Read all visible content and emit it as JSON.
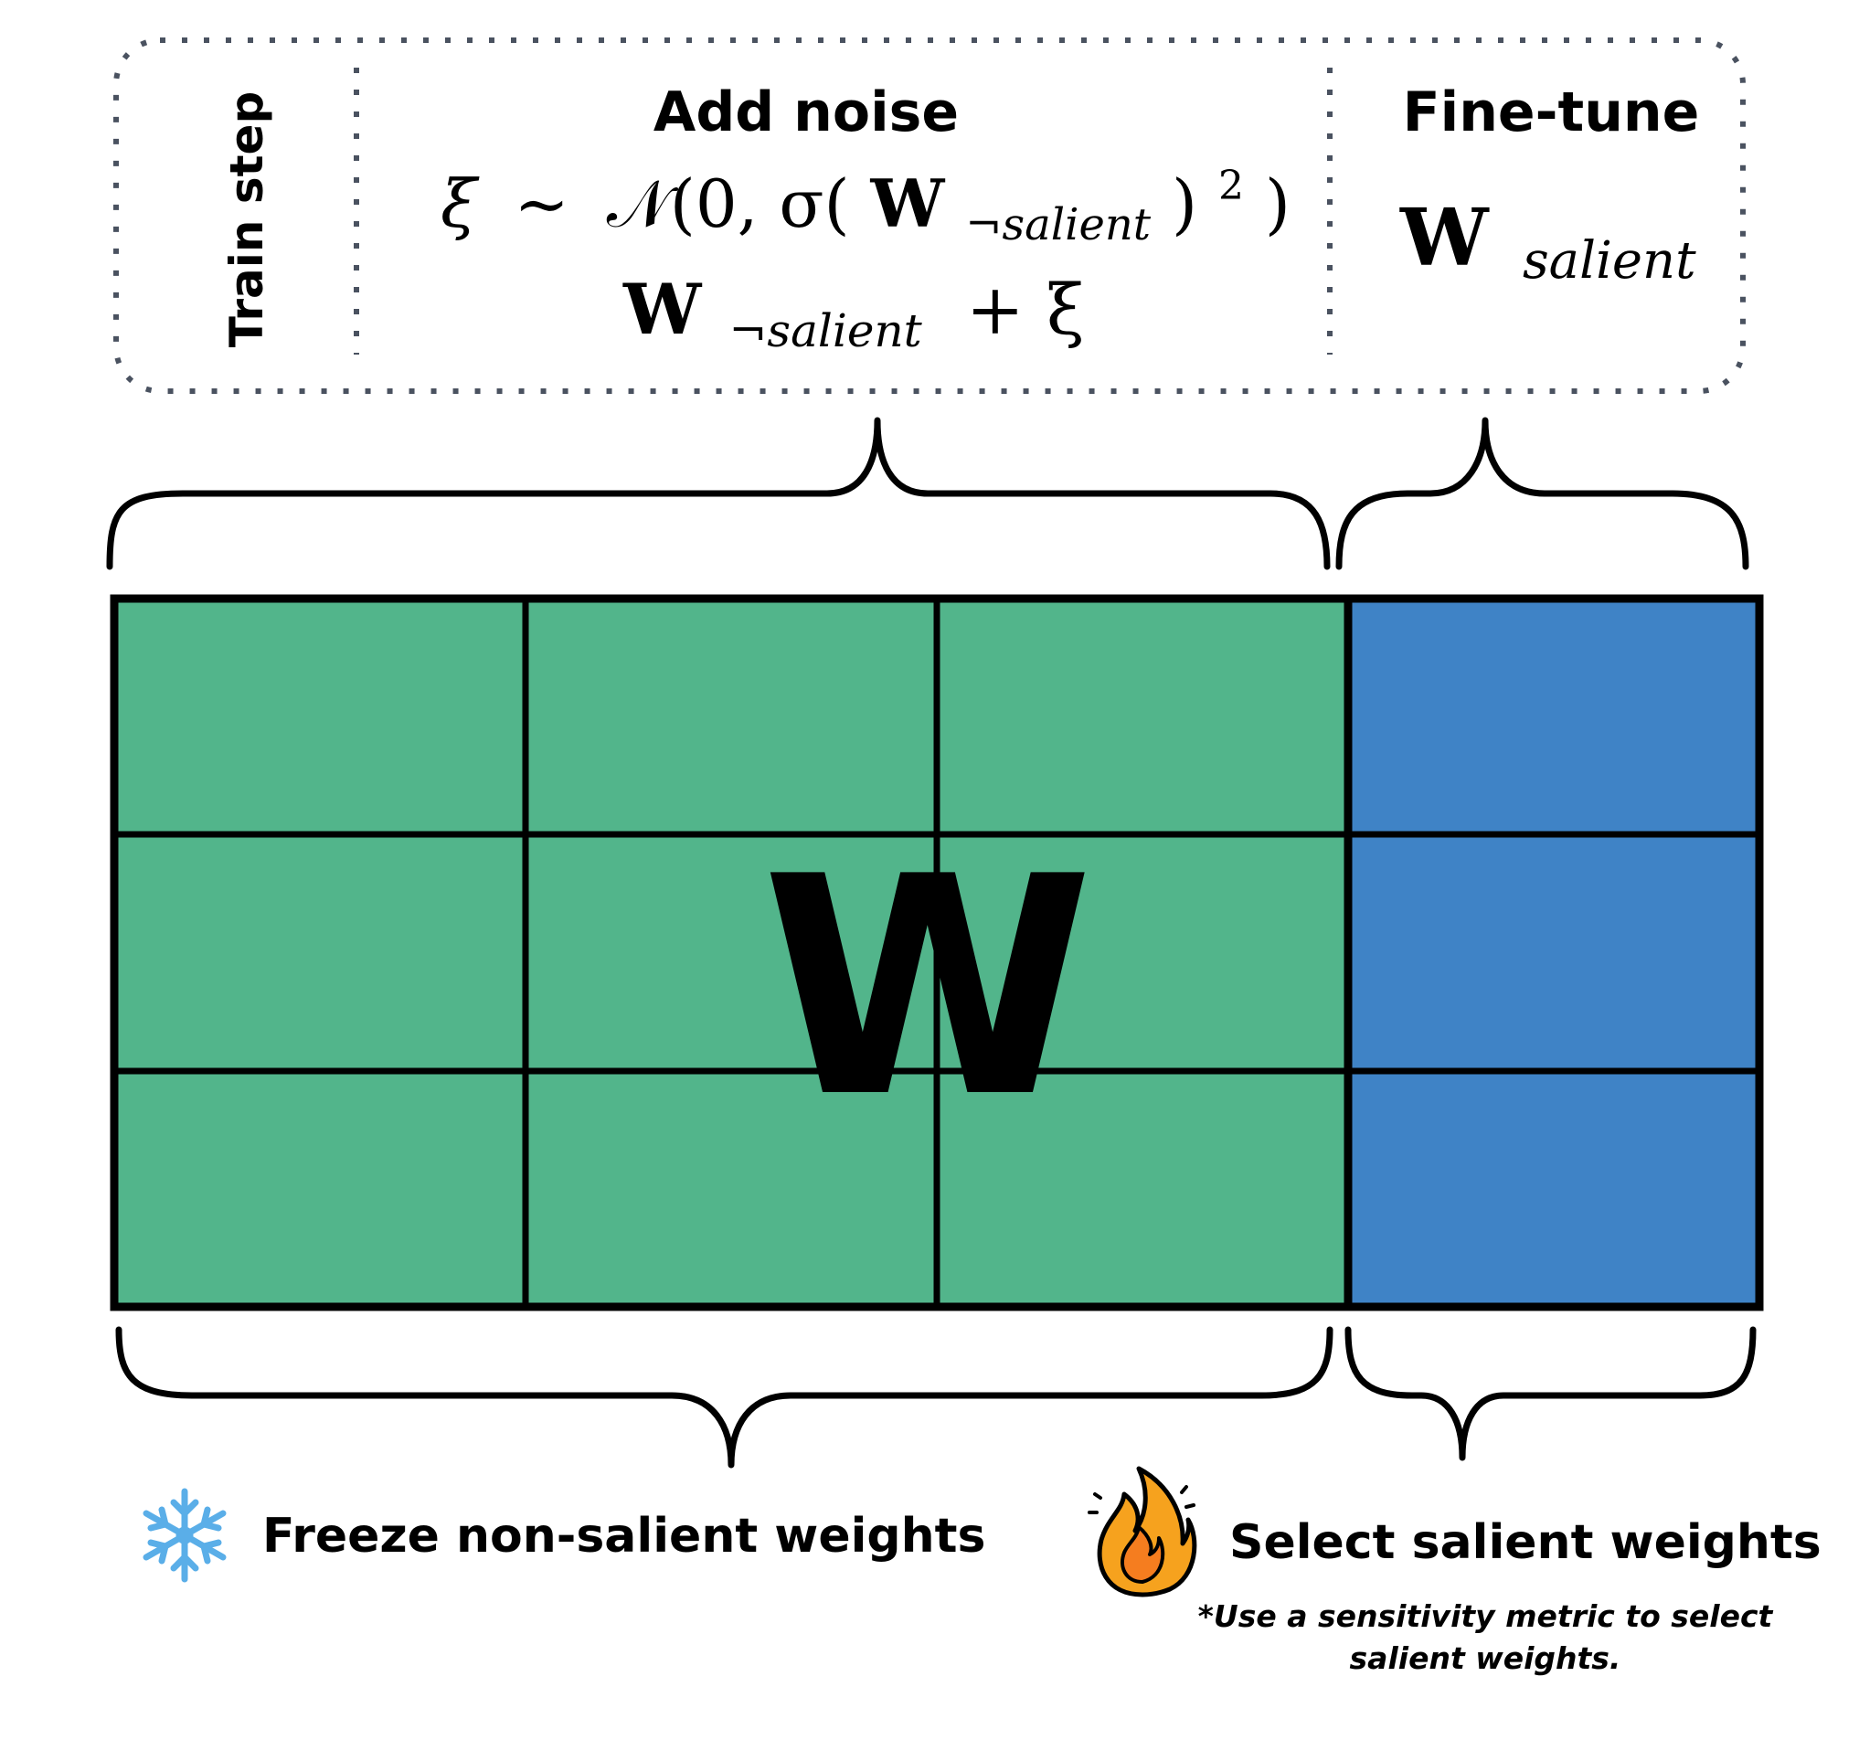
{
  "header": {
    "train_step_label": "Train step",
    "add_noise": {
      "title": "Add noise",
      "formula_sampling": {
        "xi": "ξ",
        "sim": "∼",
        "normal": "𝒩(0, σ(",
        "w": "W",
        "subscript": "¬salient",
        "close": ")",
        "power": "2",
        "close2": ")"
      },
      "formula_update": {
        "w": "W",
        "subscript": "¬salient",
        "plus_xi": "+ ξ"
      }
    },
    "fine_tune": {
      "title": "Fine-tune",
      "w": "W",
      "subscript": "salient"
    }
  },
  "matrix": {
    "label": "W",
    "rows": 3,
    "non_salient_columns": 3,
    "salient_columns": 1,
    "colors": {
      "non_salient": "#52b58b",
      "salient": "#3f83c6",
      "grid_line": "#000000"
    }
  },
  "legend": {
    "freeze_icon": "snowflake-icon",
    "freeze_label": "Freeze non-salient weights",
    "select_icon": "fire-icon",
    "select_label": "Select salient weights",
    "footnote_line1": "*Use a sensitivity metric to select",
    "footnote_line2": "salient weights."
  },
  "colors": {
    "snowflake": "#5aaee8",
    "fire_outer": "#f6a21e",
    "fire_inner": "#f57d1f",
    "outline": "#000000",
    "dotted_border": "#4a5260"
  }
}
